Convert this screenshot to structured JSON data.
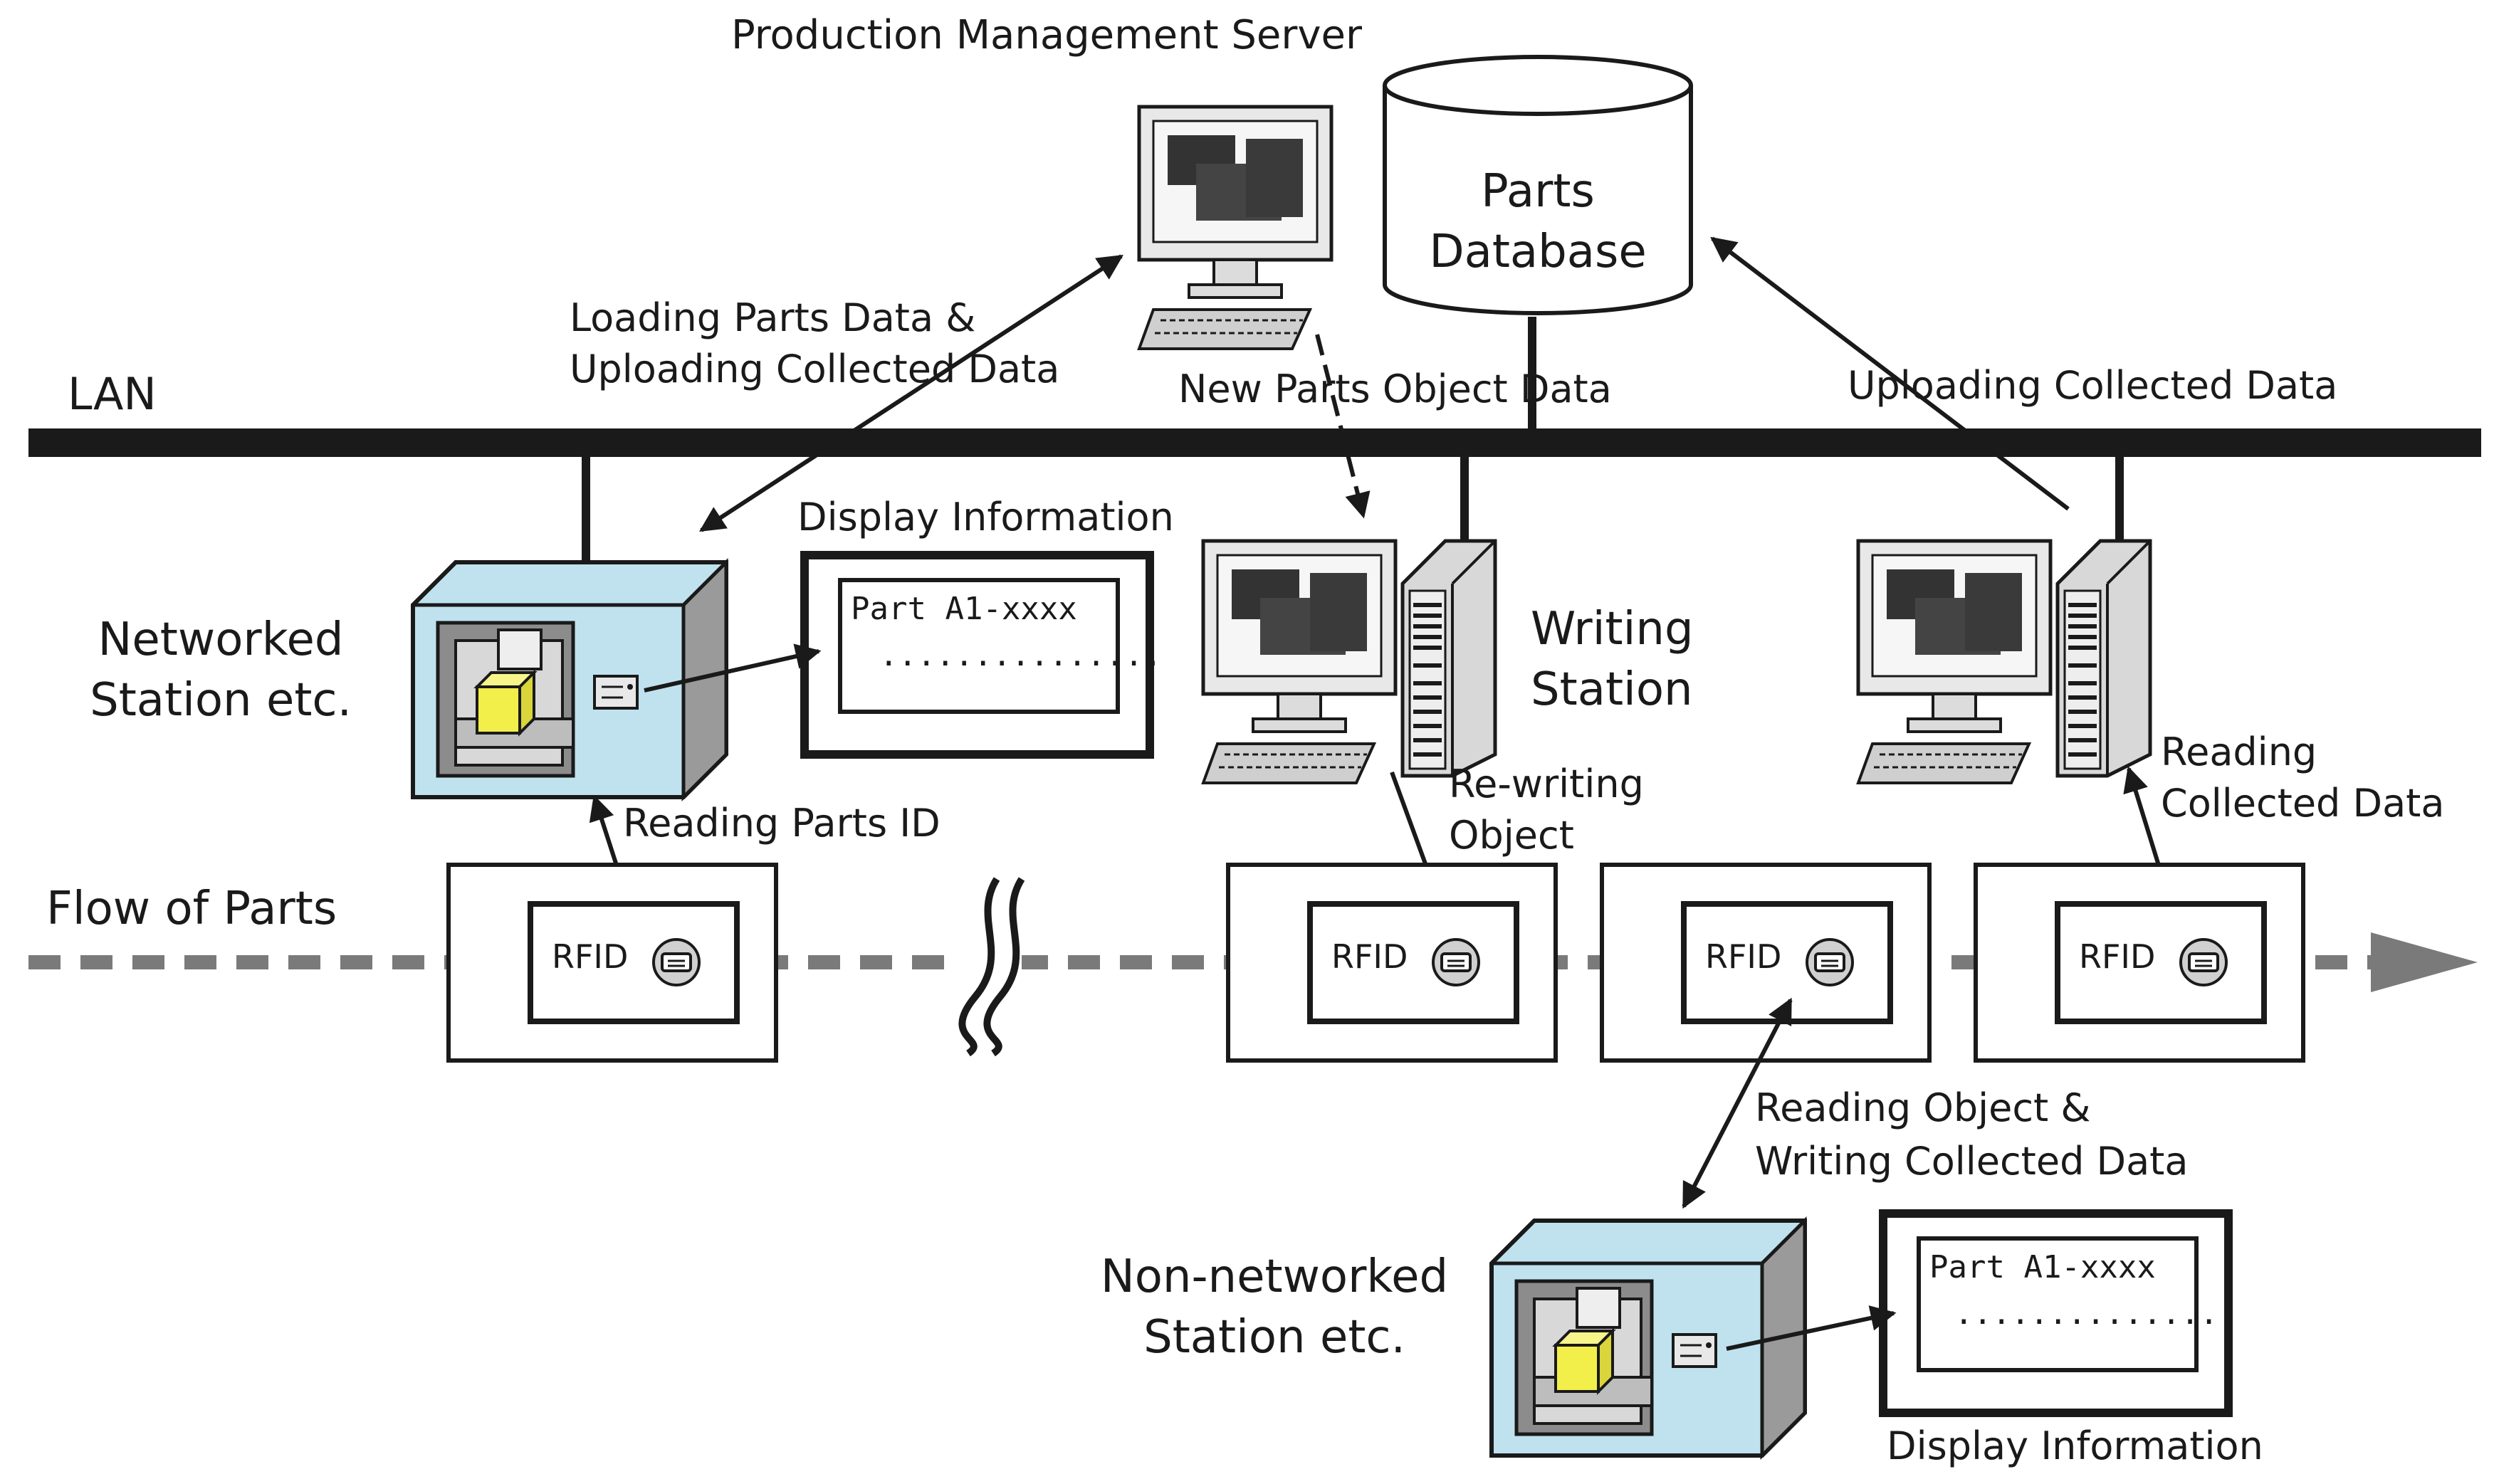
{
  "server": {
    "title": "Production Management Server",
    "db_line1": "Parts",
    "db_line2": "Database"
  },
  "lan": {
    "label": "LAN"
  },
  "arrows": {
    "load_upload_line1": "Loading Parts Data &",
    "load_upload_line2": "Uploading Collected Data",
    "new_parts": "New Parts Object Data",
    "uploading": "Uploading Collected Data"
  },
  "networked": {
    "line1": "Networked",
    "line2": "Station etc.",
    "display_title": "Display Information",
    "display_line1": "Part A1-xxxx",
    "display_line2": "...............",
    "reading_id": "Reading Parts ID"
  },
  "writing": {
    "line1": "Writing",
    "line2": "Station",
    "rewrite_line1": "Re-writing",
    "rewrite_line2": "Object"
  },
  "reading_collected": {
    "line1": "Reading",
    "line2": "Collected Data"
  },
  "flow": {
    "label": "Flow of Parts",
    "rfid": "RFID"
  },
  "non_networked": {
    "line1": "Non-networked",
    "line2": "Station etc.",
    "arrow_line1": "Reading Object &",
    "arrow_line2": "Writing Collected Data",
    "display_title": "Display Information",
    "display_line1": "Part A1-xxxx",
    "display_line2": "..............."
  },
  "colors": {
    "station_blue": "#bfe2ee",
    "cube_yellow": "#f2ee4a",
    "gray": "#8c8c8c",
    "dark": "#1a1a1a"
  }
}
